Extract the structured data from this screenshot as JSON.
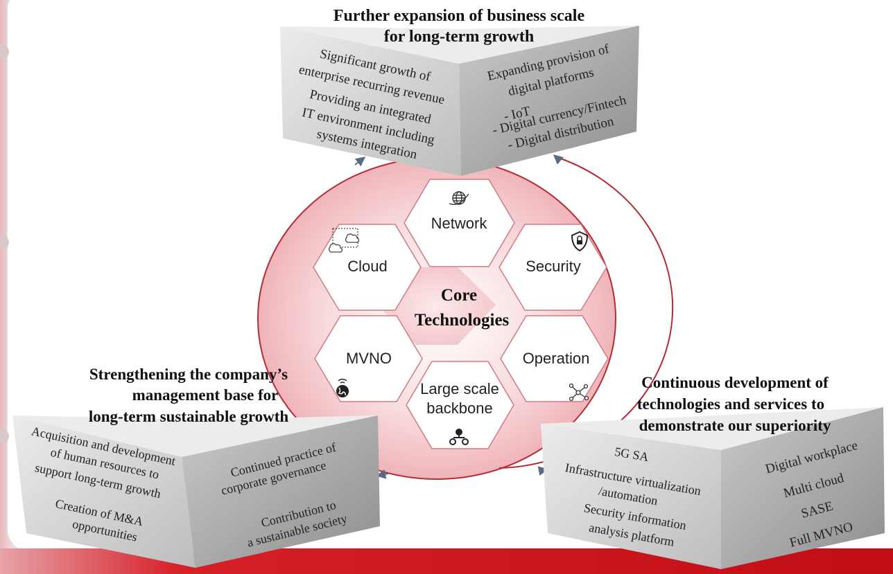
{
  "center": {
    "line1": "Core",
    "line2": "Technologies"
  },
  "hexagons": {
    "network": "Network",
    "cloud": "Cloud",
    "security": "Security",
    "mvno": "MVNO",
    "operation": "Operation",
    "backbone_line1": "Large scale",
    "backbone_line2": "backbone"
  },
  "top_block": {
    "title_line1": "Further expansion of business scale",
    "title_line2": "for long-term growth",
    "left_face": [
      "Significant growth of",
      "enterprise recurring revenue",
      "Providing an integrated",
      "IT environment including",
      "systems integration"
    ],
    "right_face": [
      "Expanding provision of",
      "digital platforms",
      "- IoT",
      "- Digital  currency/Fintech",
      "- Digital  distribution"
    ]
  },
  "left_block": {
    "title_line1": "Strengthening the company’s",
    "title_line2": "management base for",
    "title_line3": "long-term sustainable growth",
    "left_face": [
      "Acquisition and development",
      "of human resources to",
      "support long-term growth",
      "Creation of M&A",
      "opportunities"
    ],
    "right_face": [
      "Continued practice of",
      "corporate governance",
      "Contribution to",
      "a sustainable society"
    ]
  },
  "right_block": {
    "title_line1": "Continuous development of",
    "title_line2": "technologies and services to",
    "title_line3": "demonstrate our superiority",
    "left_face": [
      "5G SA",
      "Infrastructure virtualization",
      "/automation",
      "Security information",
      "analysis platform"
    ],
    "right_face": [
      "Digital workplace",
      "Multi cloud",
      "SASE",
      "Full MVNO"
    ]
  },
  "icons": {
    "network": "globe-icon",
    "cloud": "cloud-icon",
    "security": "shield-lock-icon",
    "mvno": "wireless-globe-icon",
    "operation": "node-graph-icon",
    "backbone": "network-hierarchy-icon"
  },
  "colors": {
    "circle_fill": "#f4c9cc",
    "circle_stroke": "#b52a33",
    "hex_fill": "#ffffff",
    "hex_stroke": "#d07a80",
    "accent_red": "#d0121b",
    "block_top": "#e7e7e7",
    "block_left": "#d2d2d2",
    "block_right": "#a9a9a9",
    "arrow": "#5a6a86"
  }
}
